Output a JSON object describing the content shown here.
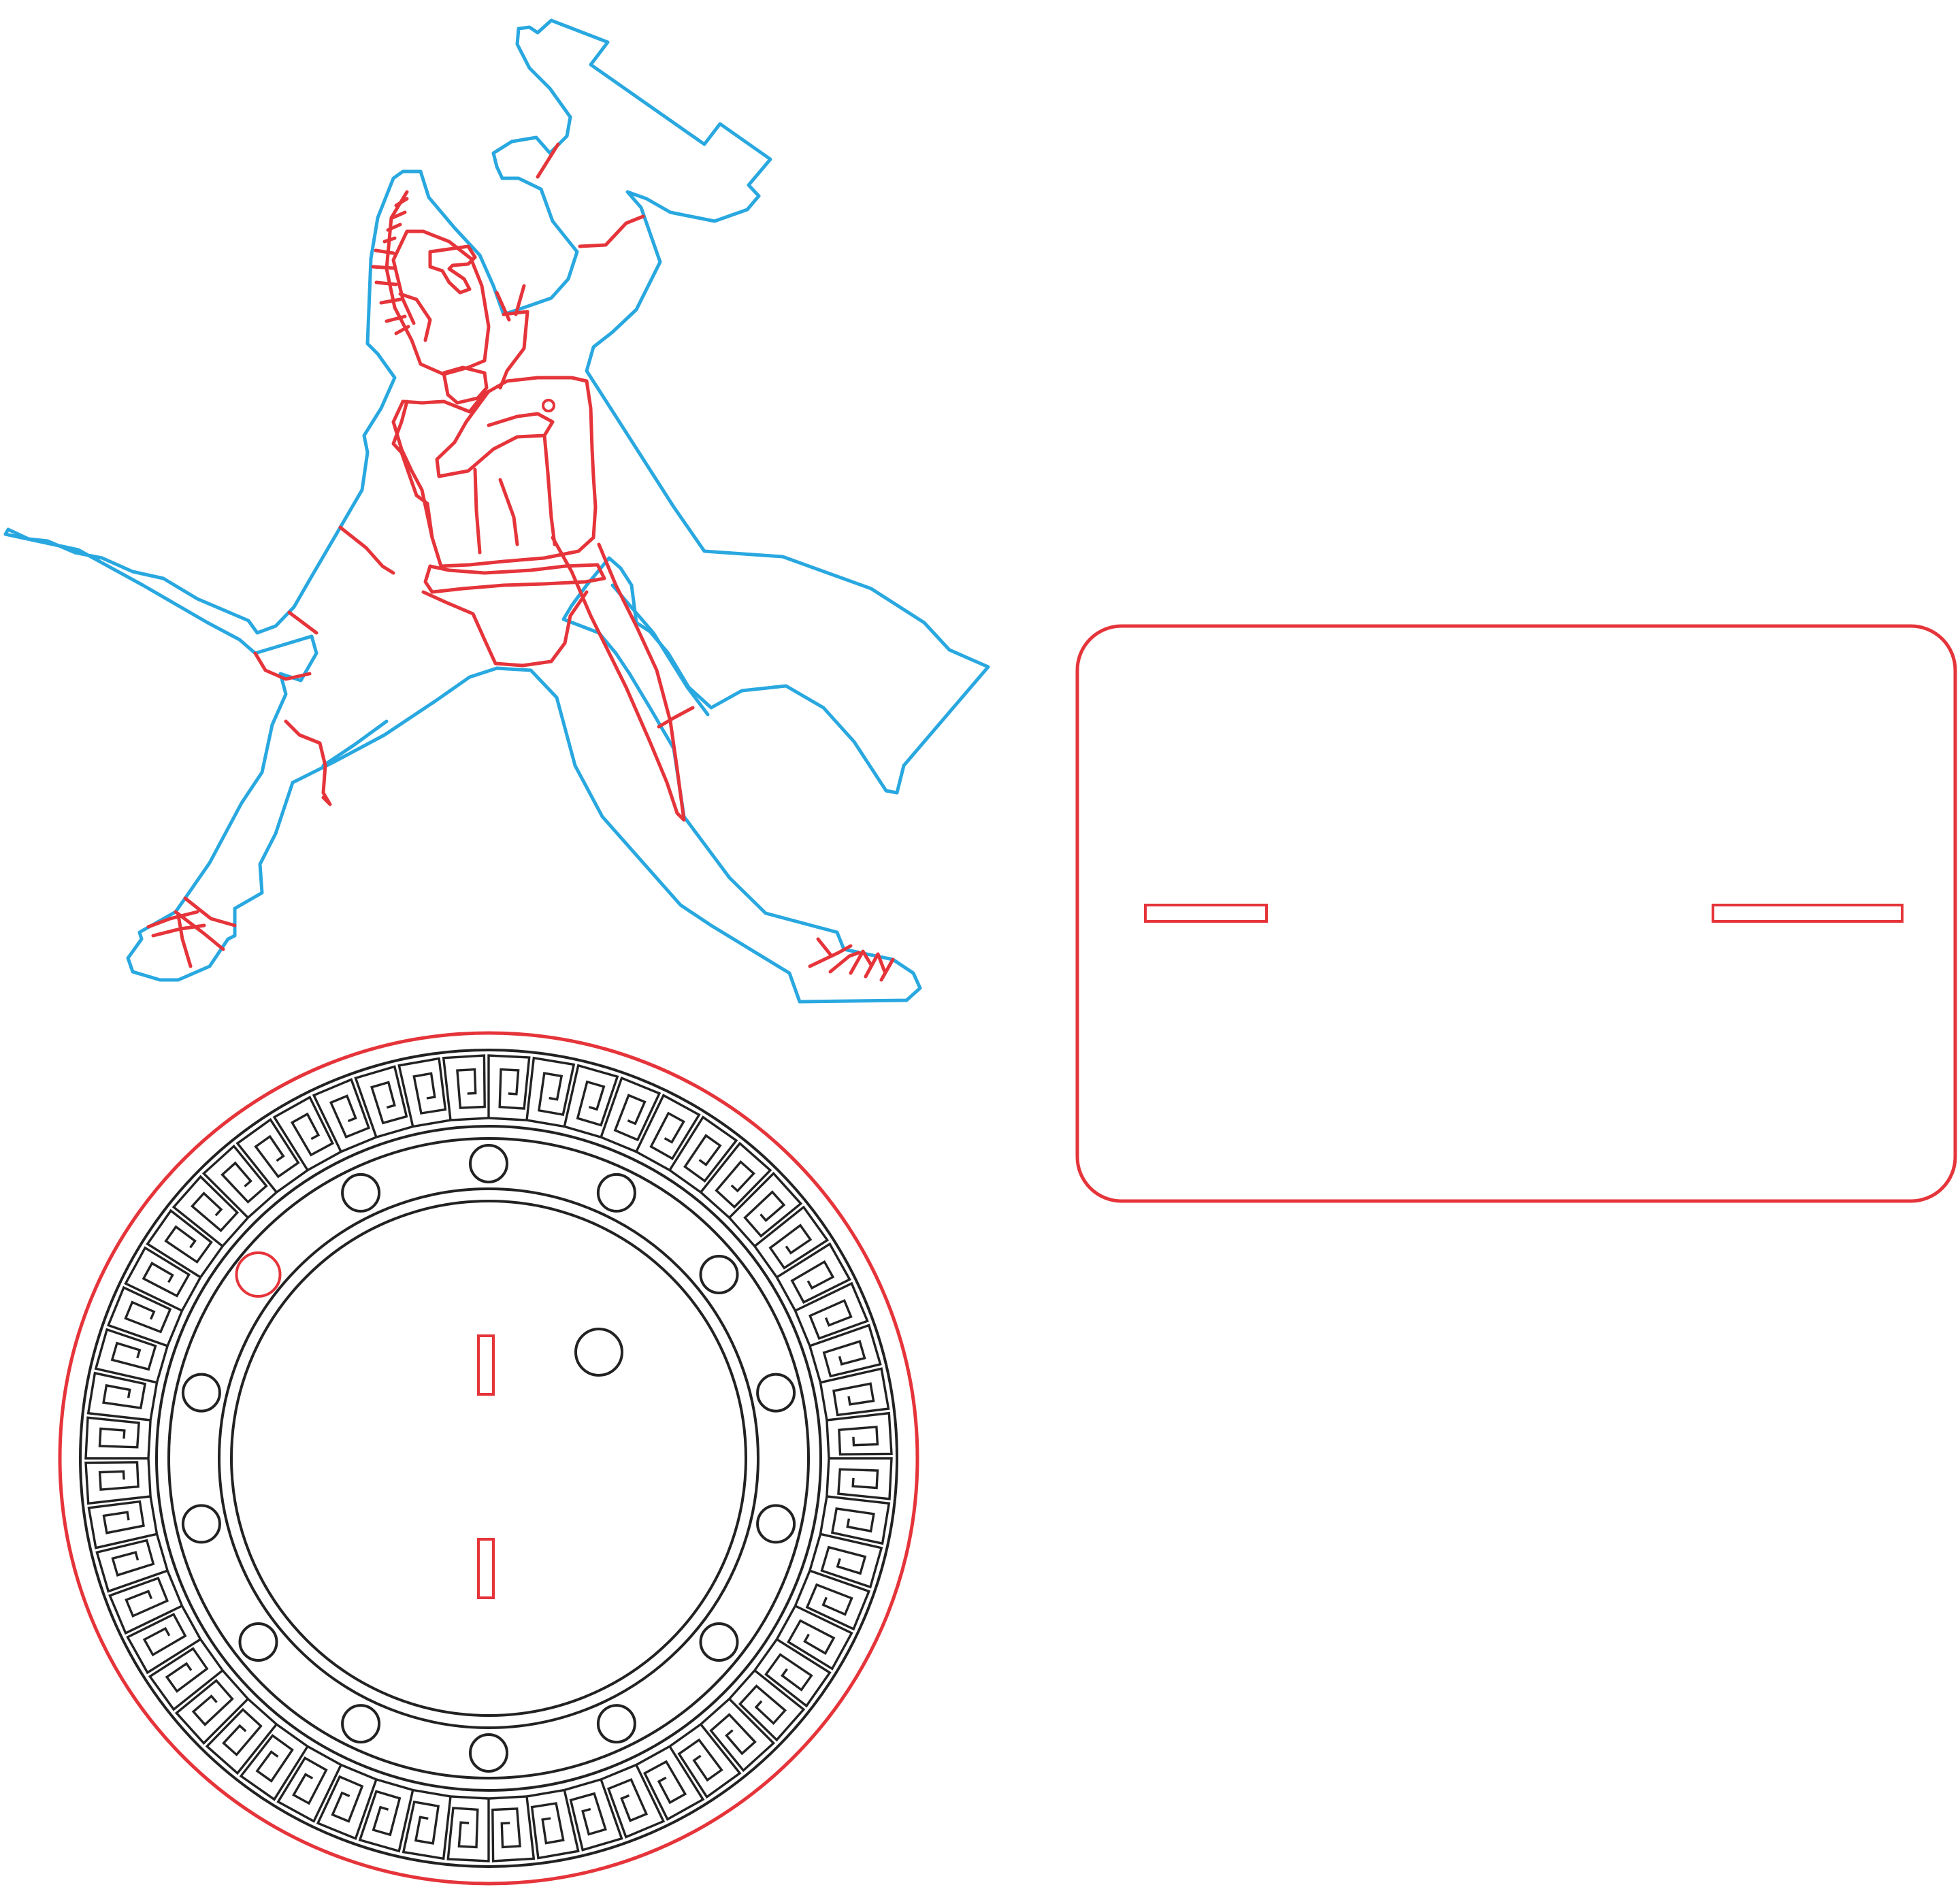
{
  "colors": {
    "cut_outline": "#29a8e0",
    "cut_inner": "#e5343a",
    "engrave": "#222222",
    "background": "#ffffff"
  },
  "parts": {
    "figure": {
      "name": "warrior-figure",
      "kind": "outline-drawing"
    },
    "stand_plate": {
      "name": "stand-plate",
      "slots": 2
    },
    "base": {
      "name": "round-base",
      "bolt_holes": 13,
      "slots": 2,
      "pattern": "greek-key"
    }
  }
}
